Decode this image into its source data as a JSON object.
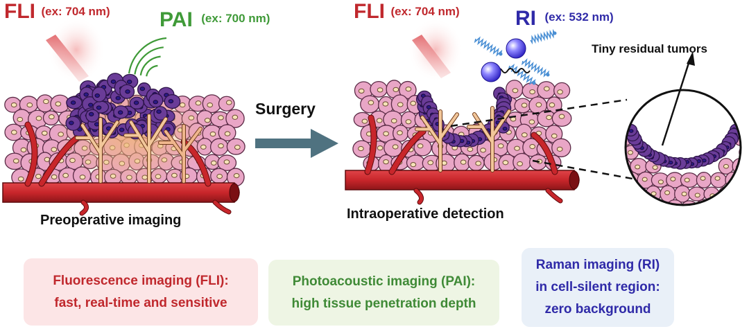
{
  "labels": {
    "fli_left": "FLI",
    "fli_left_ex": "(ex: 704 nm)",
    "pai": "PAI",
    "pai_ex": "(ex: 700 nm)",
    "fli_right": "FLI",
    "fli_right_ex": "(ex: 704 nm)",
    "ri": "RI",
    "ri_ex": "(ex: 532 nm)",
    "surgery": "Surgery",
    "tiny_tumors": "Tiny residual tumors",
    "preoperative": "Preoperative imaging",
    "intraoperative": "Intraoperative detection"
  },
  "boxes": {
    "fli": {
      "line1": "Fluorescence imaging (FLI):",
      "line2": "fast, real-time and sensitive"
    },
    "pai": {
      "line1": "Photoacoustic imaging (PAI):",
      "line2": "high tissue penetration depth"
    },
    "ri": {
      "line1": "Raman imaging (RI)",
      "line2": "in cell-silent region:",
      "line3": "zero background"
    }
  },
  "colors": {
    "fli": "#c0282d",
    "pai": "#3f9a38",
    "ri": "#2f2aa8",
    "arrow": "#4f7280",
    "normal_cell": "#e9a6c6",
    "tumor_cell": "#6a3c98",
    "vessel": "#c8262b"
  }
}
